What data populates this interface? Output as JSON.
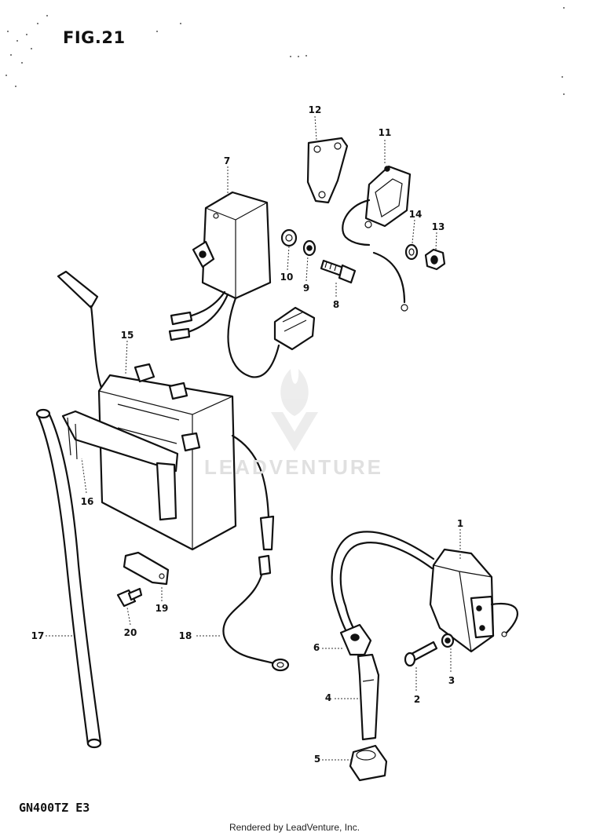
{
  "header": {
    "figure_label": "FIG.21"
  },
  "footer": {
    "model_code": "GN400TZ E3",
    "rendered_by": "Rendered by LeadVenture, Inc."
  },
  "watermark": {
    "text": "LEADVENTURE"
  },
  "callouts": {
    "c1": "1",
    "c2": "2",
    "c3": "3",
    "c4": "4",
    "c5": "5",
    "c6": "6",
    "c7": "7",
    "c8": "8",
    "c9": "9",
    "c10": "10",
    "c11": "11",
    "c12": "12",
    "c13": "13",
    "c14": "14",
    "c15": "15",
    "c16": "16",
    "c17": "17",
    "c18": "18",
    "c19": "19",
    "c20": "20"
  }
}
